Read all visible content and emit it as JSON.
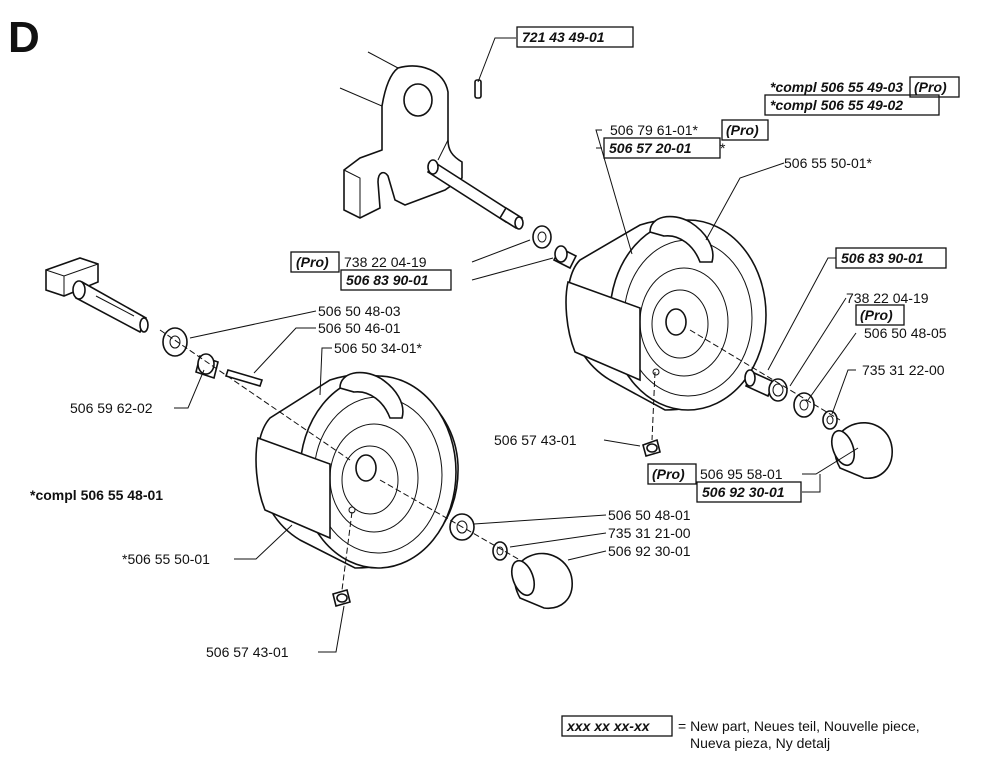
{
  "section_letter": "D",
  "labels": {
    "p_721434901": "721 43 49-01",
    "compl_pro": "*compl 506 55 49-03",
    "compl_pro_tag": "(Pro)",
    "compl_std": "*compl 506 55 49-02",
    "p_506796101": "506 79 61-01*",
    "p_506796101_tag": "(Pro)",
    "p_506572001": "506 57 20-01",
    "p_506572001_star": "*",
    "p_506555001_r": "506 55 50-01*",
    "pro_tag_l": "(Pro)",
    "p_738220419_l": "738 22 04-19",
    "p_506839001_l": "506 83 90-01",
    "p_506839001_r": "506 83 90-01",
    "p_738220419_r": "738 22 04-19",
    "pro_tag_r": "(Pro)",
    "p_506504805": "506 50 48-05",
    "p_735312200": "735 31 22-00",
    "p_506504803": "506 50 48-03",
    "p_506504601": "506 50 46-01",
    "p_506503401": "506 50 34-01*",
    "p_506596202": "506 59 62-02",
    "p_506574301_r": "506 57 43-01",
    "pro_tag_cap": "(Pro)",
    "p_506955801": "506 95 58-01",
    "p_506923001_b": "506 92 30-01",
    "compl_left": "*compl 506 55 48-01",
    "p_506504801": "506 50 48-01",
    "p_735312100": "735 31 21-00",
    "p_506923001": "506 92 30-01",
    "p_506555001_l": "*506 55 50-01",
    "p_506574301_l": "506 57 43-01"
  },
  "legend": {
    "sample": "xxx xx xx-xx",
    "line1": "= New part, Neues teil, Nouvelle piece,",
    "line2": "Nueva pieza, Ny detalj"
  }
}
